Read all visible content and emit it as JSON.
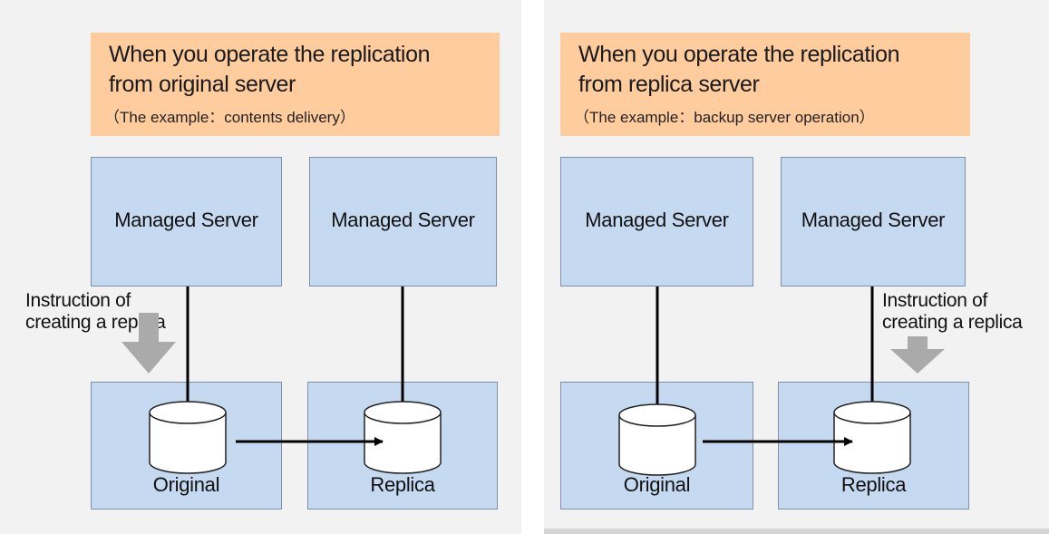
{
  "panels": [
    {
      "caption": {
        "line1": "When you operate the replication",
        "line2": "from original server",
        "sub": "（The example：contents delivery）"
      },
      "server_left": "Managed Server",
      "server_right": "Managed Server",
      "instruction_line1": "Instruction of",
      "instruction_line2": "creating a replica",
      "volume_left": "Original",
      "volume_right": "Replica"
    },
    {
      "caption": {
        "line1": "When you operate the replication",
        "line2": "from replica server",
        "sub": "（The example：backup server operation）"
      },
      "server_left": "Managed Server",
      "server_right": "Managed Server",
      "instruction_line1": "Instruction of",
      "instruction_line2": "creating a replica",
      "volume_left": "Original",
      "volume_right": "Replica"
    }
  ],
  "colors": {
    "caption_bg": "#ffcc9d",
    "box_bg": "#c5d9f1",
    "panel_bg": "#f2f2f2",
    "instruction_arrow": "#aaaaaa"
  }
}
